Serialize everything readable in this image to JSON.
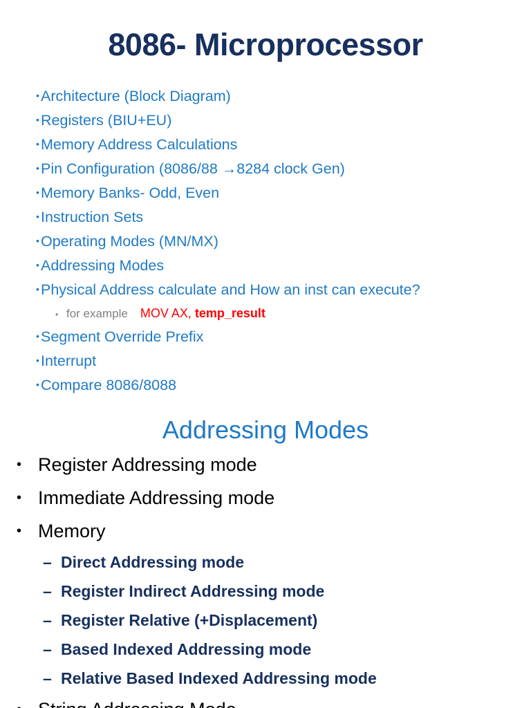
{
  "slide": {
    "title": "8086- Microprocessor",
    "topics": [
      {
        "bullet": "•",
        "text": "Architecture (Block Diagram)"
      },
      {
        "bullet": "•",
        "text": "Registers (BIU+EU)"
      },
      {
        "bullet": "•",
        "text": "Memory Address Calculations"
      },
      {
        "bullet": "•",
        "text": "Pin Configuration (8086/88  →8284 clock Gen)"
      },
      {
        "bullet": "•",
        "text": "Memory Banks- Odd, Even"
      },
      {
        "bullet": "•",
        "text": "Instruction Sets"
      },
      {
        "bullet": "•",
        "text": "Operating Modes (MN/MX)"
      },
      {
        "bullet": "•",
        "text": "Addressing Modes"
      },
      {
        "bullet": "•",
        "text": "Physical Address calculate and How an inst can execute?"
      }
    ],
    "example": {
      "bullet": "•",
      "label": "for example",
      "code_plain": "MOV AX, ",
      "code_strong": "temp_result"
    },
    "topics_after_example": [
      {
        "bullet": "•",
        "text": "Segment Override Prefix"
      },
      {
        "bullet": "•",
        "text": "Interrupt"
      },
      {
        "bullet": "•",
        "text": "Compare 8086/8088"
      }
    ],
    "section_heading": "Addressing Modes",
    "modes": [
      {
        "bullet": "•",
        "text": "Register Addressing mode"
      },
      {
        "bullet": "•",
        "text": "Immediate Addressing mode"
      },
      {
        "bullet": "•",
        "text": "Memory"
      }
    ],
    "submodes": [
      {
        "dash": "–",
        "text": "Direct Addressing mode"
      },
      {
        "dash": "–",
        "text": "Register Indirect Addressing mode"
      },
      {
        "dash": "–",
        "text": "Register Relative (+Displacement)"
      },
      {
        "dash": "–",
        "text": "Based Indexed Addressing mode"
      },
      {
        "dash": "–",
        "text": "Relative Based Indexed Addressing mode"
      }
    ],
    "modes_tail": [
      {
        "bullet": "•",
        "text": "String Addressing Mode"
      }
    ],
    "colors": {
      "title_navy": "#17305e",
      "topic_blue": "#1f7ac4",
      "heading_blue": "#1f7ac4",
      "example_gray": "#808080",
      "example_red": "#ff0000",
      "mode_black": "#000000",
      "submode_navy": "#17305e",
      "background": "#ffffff"
    }
  }
}
